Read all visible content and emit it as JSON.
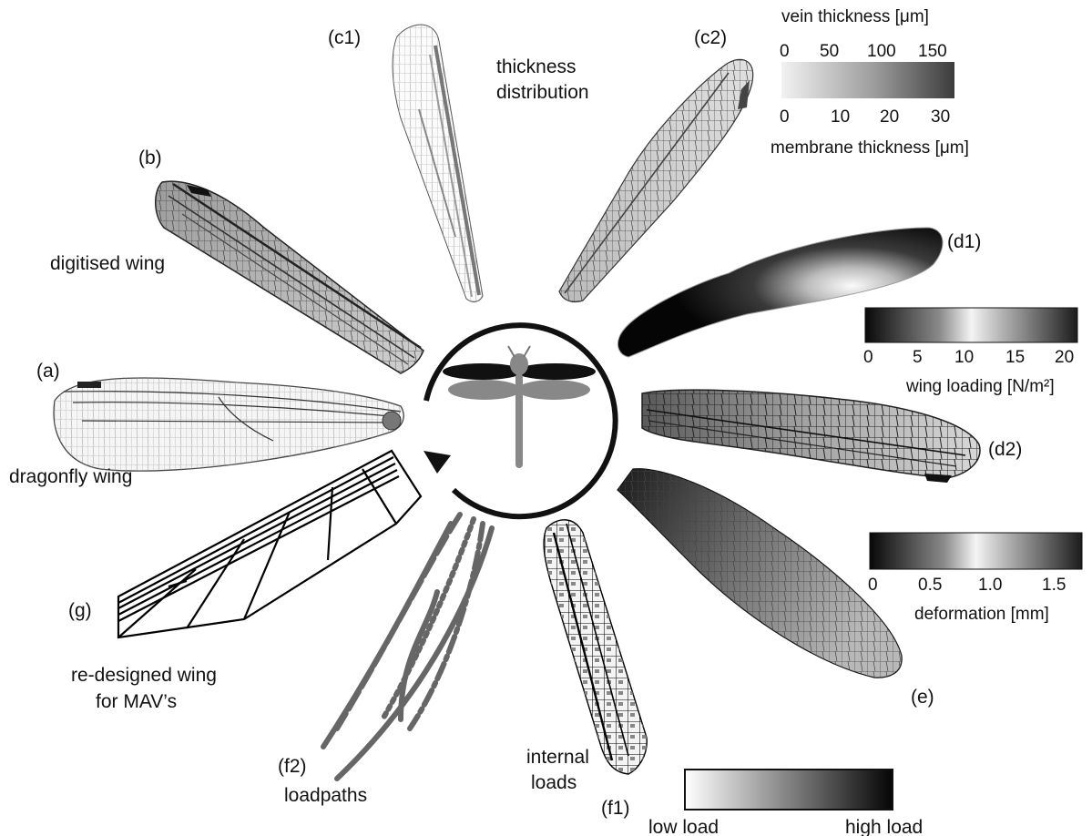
{
  "labels": {
    "a": "(a)",
    "a_caption": "dragonfly wing",
    "b": "(b)",
    "b_caption": "digitised wing",
    "c1": "(c1)",
    "c2": "(c2)",
    "c_caption_1": "thickness",
    "c_caption_2": "distribution",
    "d1": "(d1)",
    "d2": "(d2)",
    "e": "(e)",
    "f1": "(f1)",
    "f1_caption_1": "internal",
    "f1_caption_2": "loads",
    "f2": "(f2)",
    "f2_caption": "loadpaths",
    "g": "(g)",
    "g_caption_1": "re-designed wing",
    "g_caption_2": "for MAV’s"
  },
  "scales": {
    "thickness": {
      "title_top": "vein thickness [μm]",
      "ticks_top": [
        "0",
        "50",
        "100",
        "150"
      ],
      "ticks_bottom": [
        "0",
        "10",
        "20",
        "30"
      ],
      "title_bottom": "membrane thickness [μm]"
    },
    "wing_loading": {
      "ticks": [
        "0",
        "5",
        "10",
        "15",
        "20"
      ],
      "title": "wing loading [N/m²]"
    },
    "deformation": {
      "ticks": [
        "0",
        "0.5",
        "1.0",
        "1.5"
      ],
      "title": "deformation [mm]"
    },
    "load": {
      "low": "low load",
      "high": "high load"
    }
  },
  "colors": {
    "dark": "#111111",
    "mid": "#7a7a7a",
    "light": "#e6e6e6",
    "loadpath": "#666666"
  }
}
